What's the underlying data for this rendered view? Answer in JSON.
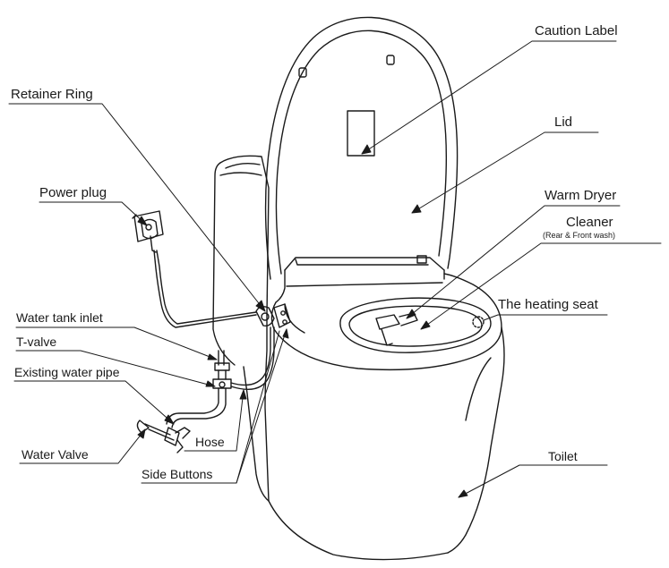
{
  "labels": {
    "caution_label": "Caution Label",
    "lid": "Lid",
    "retainer_ring": "Retainer Ring",
    "power_plug": "Power plug",
    "warm_dryer": "Warm Dryer",
    "cleaner": "Cleaner",
    "cleaner_sub": "(Rear & Front wash)",
    "heating_seat": "The heating seat",
    "water_tank_inlet": "Water tank inlet",
    "t_valve": "T-valve",
    "existing_water_pipe": "Existing water pipe",
    "water_valve": "Water Valve",
    "hose": "Hose",
    "side_buttons": "Side Buttons",
    "toilet": "Toilet"
  },
  "colors": {
    "line": "#1a1a1a",
    "background": "#ffffff"
  }
}
